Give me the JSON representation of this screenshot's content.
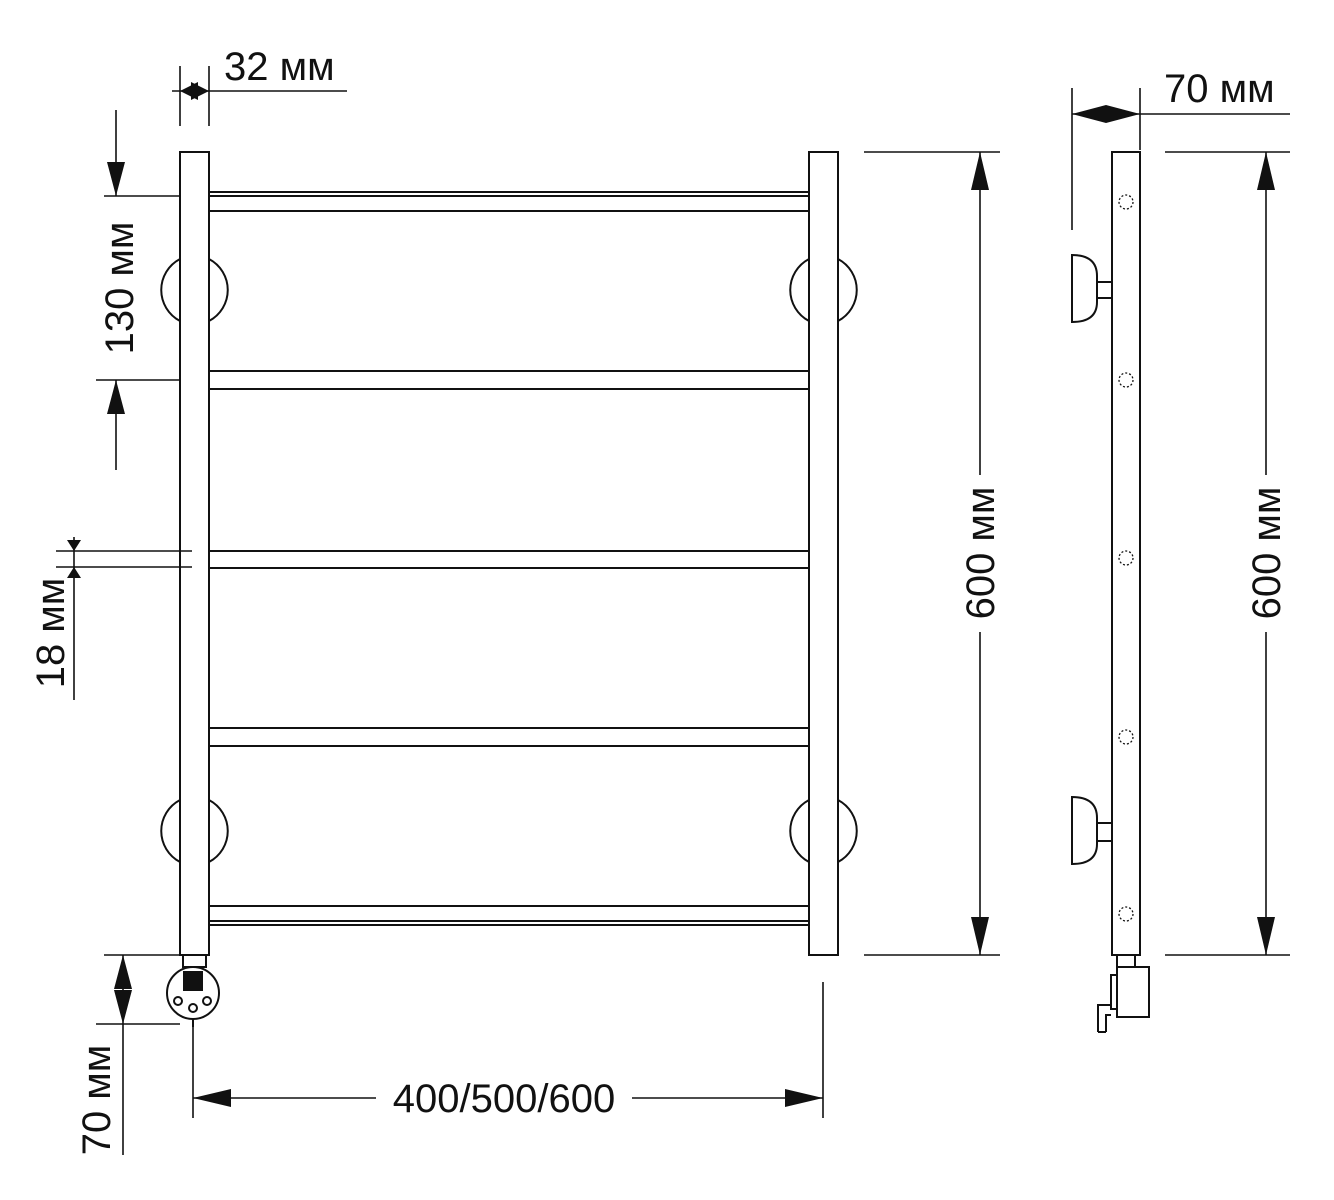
{
  "dimensions": {
    "pipe_diameter": "32 мм",
    "side_depth": "70 мм",
    "first_rung_spacing": "130 мм",
    "rung_diameter": "18 мм",
    "heater_offset": "70 мм",
    "height_front": "600 мм",
    "height_side": "600 мм",
    "width": "400/500/600"
  }
}
